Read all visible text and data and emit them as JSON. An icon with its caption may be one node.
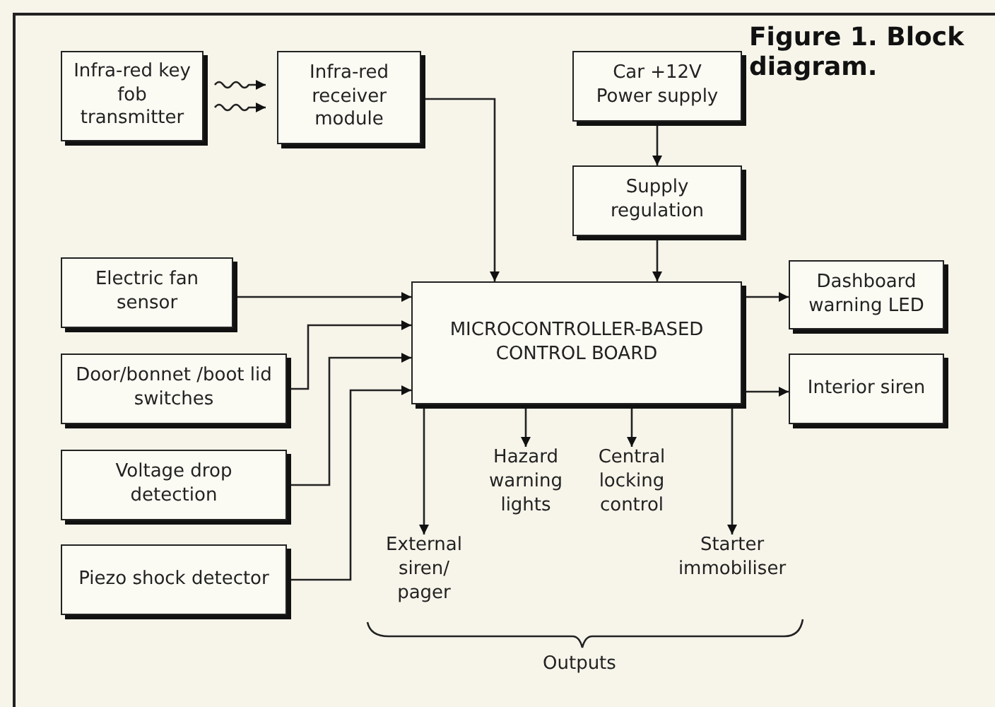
{
  "diagram": {
    "title": "Figure 1. Block diagram.",
    "nodes": [
      {
        "text": [
          "Infra-red key fob transmitter"
        ]
      },
      {
        "text": [
          "Infra-red receiver module"
        ]
      },
      {
        "text": [
          "Car +12V Power supply"
        ]
      },
      {
        "text": [
          "Supply regulation"
        ]
      },
      {
        "text": [
          "Electric fan sensor"
        ]
      },
      {
        "text": [
          "Door/bonnet /boot lid switches"
        ]
      },
      {
        "text": [
          "Voltage drop detection"
        ]
      },
      {
        "text": [
          "Piezo shock detector"
        ]
      },
      {
        "text": [
          "MICROCONTROLLER-BASED CONTROL BOARD"
        ]
      },
      {
        "text": [
          "Dashboard warning LED"
        ]
      },
      {
        "text": [
          "Interior siren"
        ]
      },
      {
        "text": [
          "External siren/ pager"
        ]
      },
      {
        "text": [
          "Hazard warning lights"
        ]
      },
      {
        "text": [
          "Central locking control"
        ]
      },
      {
        "text": [
          "Starter immobiliser"
        ]
      }
    ],
    "edges": [
      {
        "from": 0,
        "to": 1,
        "arrow": "to"
      },
      {
        "from": 0,
        "to": 1,
        "arrow": "to"
      },
      {
        "from": 1,
        "to": 8,
        "arrow": "to"
      },
      {
        "from": 2,
        "to": 3,
        "arrow": "to"
      },
      {
        "from": 3,
        "to": 8,
        "arrow": "to"
      },
      {
        "from": 4,
        "to": 8,
        "arrow": "to"
      },
      {
        "from": 5,
        "to": 8,
        "arrow": "to"
      },
      {
        "from": 6,
        "to": 8,
        "arrow": "to"
      },
      {
        "from": 7,
        "to": 8,
        "arrow": "to"
      },
      {
        "from": 8,
        "to": 9,
        "arrow": "to"
      },
      {
        "from": 8,
        "to": 10,
        "arrow": "to"
      },
      {
        "from": 8,
        "to": 11,
        "arrow": "to"
      },
      {
        "from": 8,
        "to": 12,
        "arrow": "to"
      },
      {
        "from": 8,
        "to": 13,
        "arrow": "to"
      },
      {
        "from": 8,
        "to": 14,
        "arrow": "to"
      }
    ],
    "labels": [
      "Outputs"
    ]
  }
}
